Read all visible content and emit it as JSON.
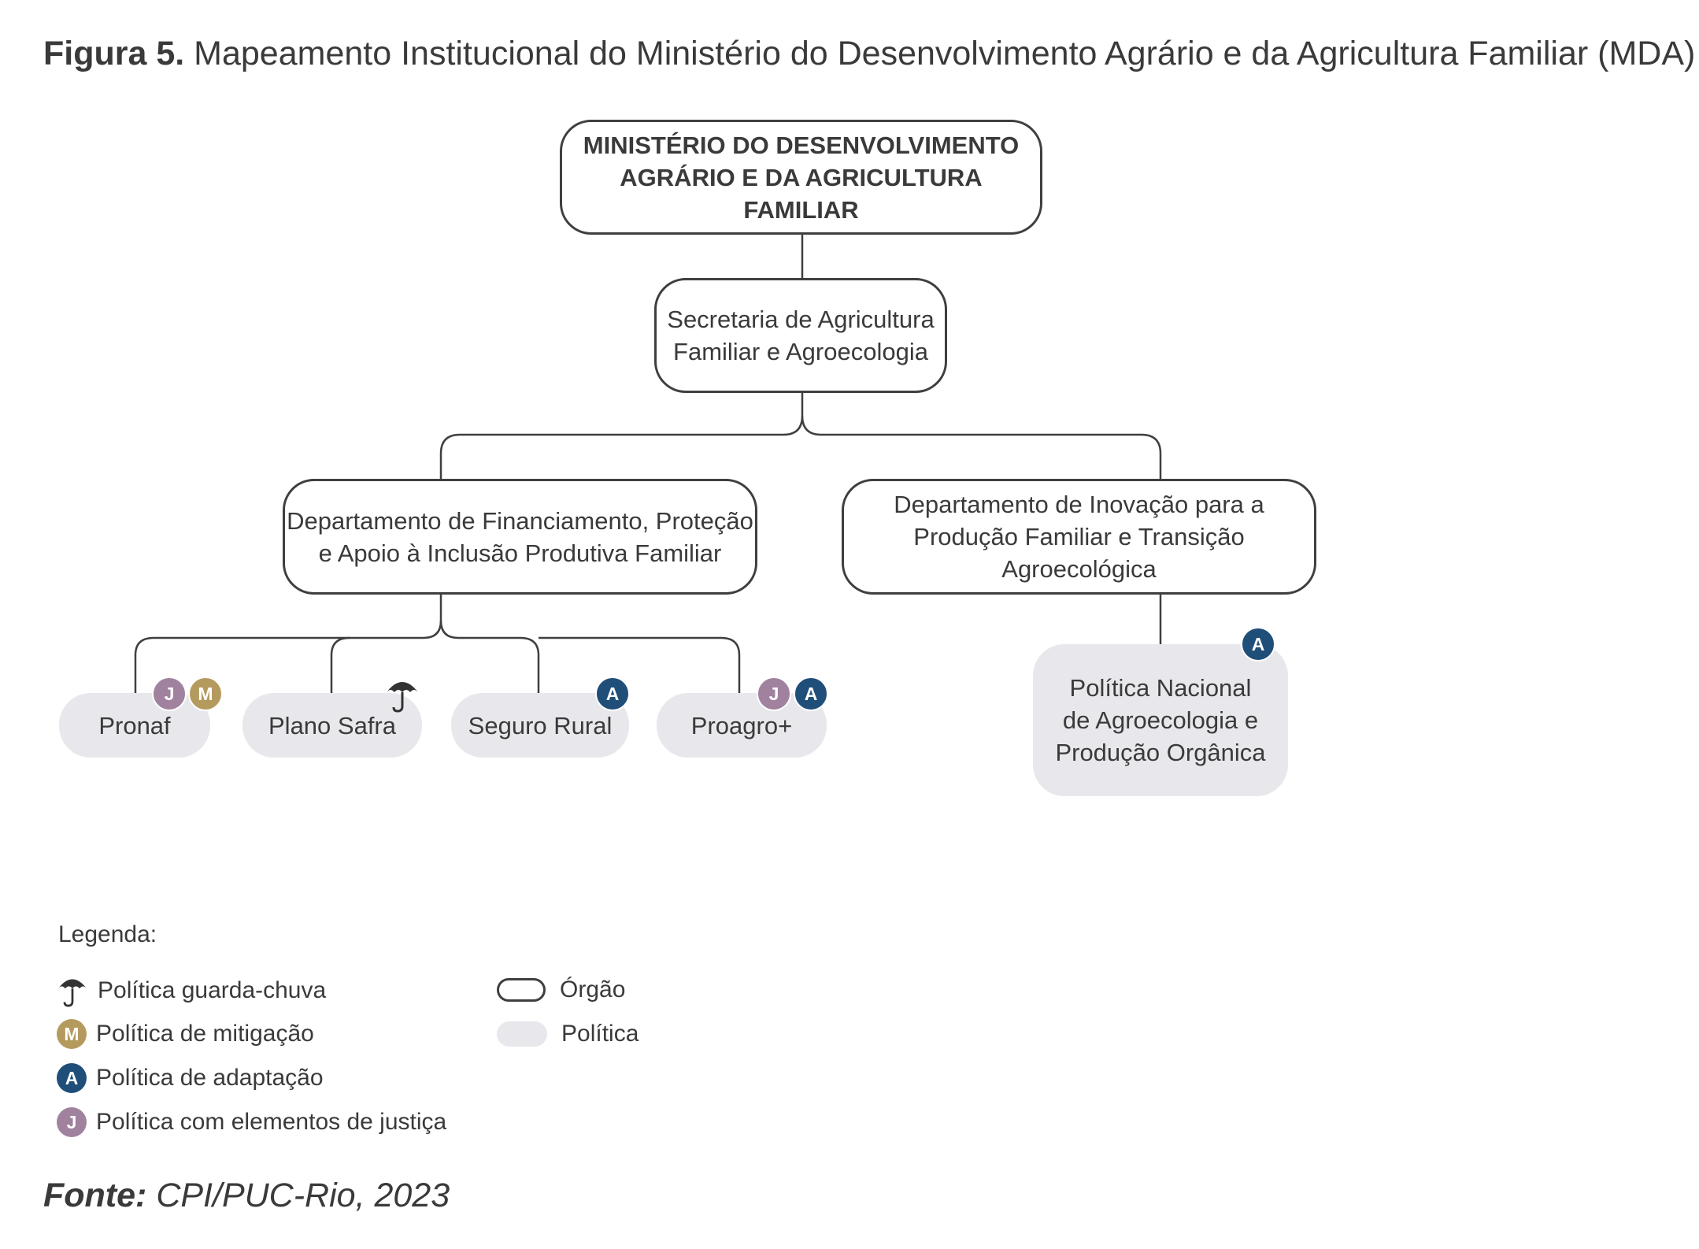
{
  "title": {
    "prefix": "Figura 5.",
    "text": "Mapeamento Institucional do Ministério do Desenvolvimento Agrário e da Agricultura Familiar (MDA)"
  },
  "nodes": {
    "ministry": {
      "line1": "MINISTÉRIO DO DESENVOLVIMENTO",
      "line2": "AGRÁRIO E DA AGRICULTURA FAMILIAR"
    },
    "secretariat": {
      "line1": "Secretaria de Agricultura",
      "line2": "Familiar e Agroecologia"
    },
    "dept_financing": {
      "line1": "Departamento de Financiamento, Proteção",
      "line2": "e Apoio à Inclusão Produtiva Familiar"
    },
    "dept_innovation": {
      "line1": "Departamento de Inovação para a",
      "line2": "Produção Familiar e Transição Agroecológica"
    }
  },
  "policies": {
    "pronaf": {
      "label": "Pronaf",
      "badges": [
        "J",
        "M"
      ]
    },
    "plano_safra": {
      "label": "Plano Safra",
      "badges": [
        "umbrella"
      ]
    },
    "seguro_rural": {
      "label": "Seguro Rural",
      "badges": [
        "A"
      ]
    },
    "proagro": {
      "label": "Proagro+",
      "badges": [
        "J",
        "A"
      ]
    },
    "pnapo": {
      "line1": "Política Nacional",
      "line2": "de Agroecologia e",
      "line3": "Produção Orgânica",
      "badges": [
        "A"
      ]
    }
  },
  "badge_letters": {
    "A": "A",
    "M": "M",
    "J": "J"
  },
  "badge_colors": {
    "A": "#1f4e79",
    "M": "#b59a5e",
    "J": "#a0829f",
    "umbrella": "#333333"
  },
  "legend": {
    "title": "Legenda:",
    "umbrella": "Política guarda-chuva",
    "mitigation": "Política de mitigação",
    "adaptation": "Política de adaptação",
    "justice": "Política com elementos de justiça",
    "organ": "Órgão",
    "policy": "Política"
  },
  "source": {
    "label": "Fonte:",
    "text": "CPI/PUC-Rio, 2023"
  }
}
